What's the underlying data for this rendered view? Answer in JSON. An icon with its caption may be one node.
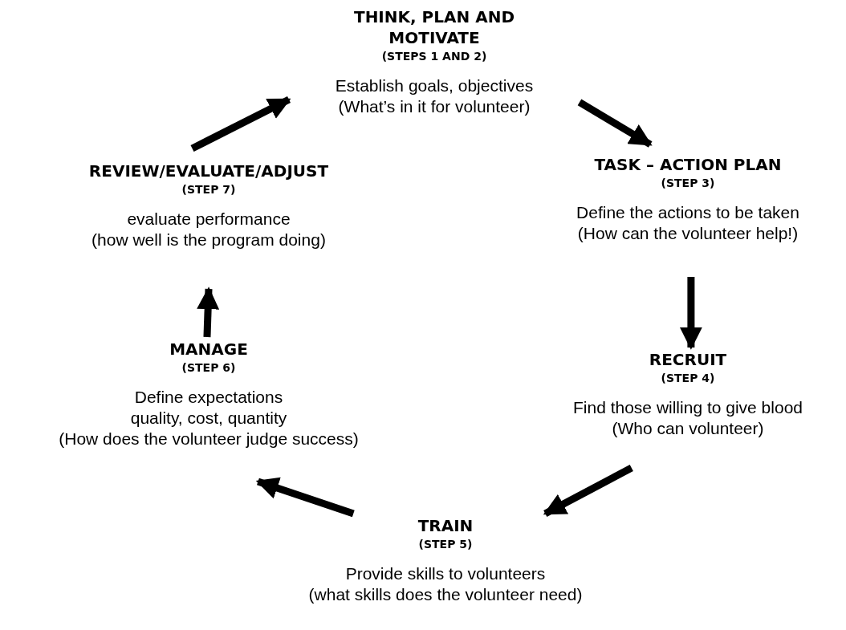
{
  "diagram": {
    "nodes": [
      {
        "text": [
          "THINK, PLAN AND MOTIVATE",
          "(STEPS 1 AND 2)",
          "Establish goals, objectives",
          "(What’s in it for volunteer)"
        ]
      },
      {
        "text": [
          "TASK – ACTION PLAN",
          "(STEP 3)",
          "Define the actions to be taken",
          "(How can the volunteer help!)"
        ]
      },
      {
        "text": [
          "RECRUIT",
          "(STEP 4)",
          "Find those willing to give blood",
          "(Who can volunteer)"
        ]
      },
      {
        "text": [
          "TRAIN",
          "(STEP 5)",
          "Provide skills to volunteers",
          "(what skills does the volunteer need)"
        ]
      },
      {
        "text": [
          "MANAGE",
          "(STEP 6)",
          "Define expectations",
          "quality, cost, quantity",
          "(How does the volunteer judge success)"
        ]
      },
      {
        "text": [
          "REVIEW/EVALUATE/ADJUST",
          "(STEP 7)",
          "evaluate performance",
          "(how well is the program doing)"
        ]
      }
    ],
    "edges": [
      {
        "from": 0,
        "to": 1,
        "arrow": "to"
      },
      {
        "from": 1,
        "to": 2,
        "arrow": "to"
      },
      {
        "from": 2,
        "to": 3,
        "arrow": "to"
      },
      {
        "from": 3,
        "to": 4,
        "arrow": "to"
      },
      {
        "from": 4,
        "to": 5,
        "arrow": "to"
      },
      {
        "from": 5,
        "to": 0,
        "arrow": "to"
      }
    ]
  }
}
